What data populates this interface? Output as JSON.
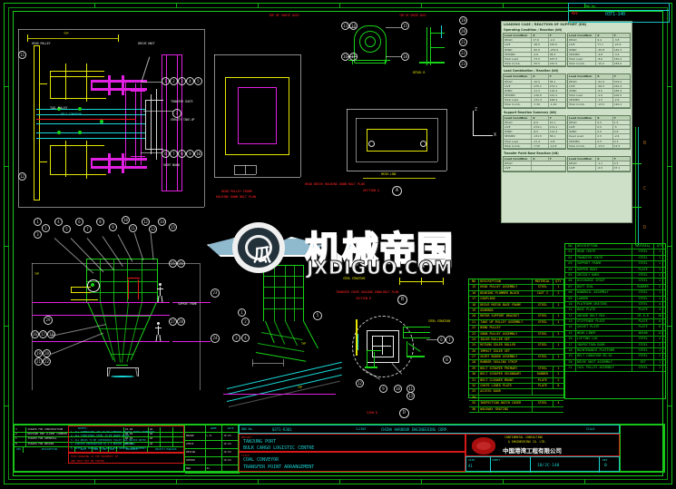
{
  "application": {
    "type": "cad-drawing-viewer",
    "background_color": "#000000",
    "sheet_border_color": "#12c012"
  },
  "watermark": {
    "chinese_text": "机械帝国",
    "domain_text": "JXDIGUO.COM",
    "logo_glyph": "瓜"
  },
  "drawing": {
    "sheet_zones_horizontal": [
      "1",
      "2",
      "3",
      "4",
      "5",
      "6",
      "7",
      "8"
    ],
    "sheet_zones_vertical": [
      "A",
      "B",
      "C",
      "D",
      "E",
      "F"
    ],
    "section_labels": [
      {
        "text": "HEAD PULLEY FRAME",
        "color": "#f02020"
      },
      {
        "text": "HOLDING DOWN BOLT PLAN",
        "color": "#f02020"
      },
      {
        "text": "HEAD DRIVE HOLDING DOWN BOLT PLAN",
        "color": "#f02020"
      },
      {
        "text": "SECTION  A",
        "color": "#f02020"
      },
      {
        "text": "TRANSFER CHUTE HOLDING DOWN BOLT PLAN",
        "color": "#f02020"
      },
      {
        "text": "SECTION  B",
        "color": "#f02020"
      },
      {
        "text": "VIEW  D",
        "color": "#f02020"
      },
      {
        "text": "TOP OF SHUTE ASSY",
        "color": "#f02020"
      },
      {
        "text": "TOP OF SHUTE ASSY",
        "color": "#f02020"
      }
    ],
    "annotations": [
      {
        "text": "SECTION A-A",
        "color": "#dede00"
      },
      {
        "text": "HEAD PULLEY",
        "color": "#d8d8d8"
      },
      {
        "text": "DRIVE UNIT",
        "color": "#d8d8d8"
      },
      {
        "text": "TAIL PULLEY",
        "color": "#d8d8d8"
      },
      {
        "text": "BELT CONVEYOR",
        "color": "#d8d8d8"
      },
      {
        "text": "GRAVITY TAKE-UP",
        "color": "#d8d8d8"
      },
      {
        "text": "TRANSFER CHUTE",
        "color": "#d8d8d8"
      },
      {
        "text": "SKIRT BOARD",
        "color": "#d8d8d8"
      },
      {
        "text": "SUPPORT FRAME",
        "color": "#d8d8d8"
      },
      {
        "text": "STEEL STRUCTURE",
        "color": "#d8d8d8"
      },
      {
        "text": "TYP",
        "color": "#dede00"
      },
      {
        "text": "MATCH LINE",
        "color": "#d8d8d8"
      },
      {
        "text": "DETAIL B",
        "color": "#d8d8d8"
      }
    ],
    "coordinate_axes": {
      "z_label": "Z",
      "x_label": "X",
      "y_label": "Y"
    },
    "balloon_numbers": [
      "1",
      "2",
      "3",
      "4",
      "5",
      "6",
      "7",
      "8",
      "9",
      "10",
      "11",
      "12",
      "13",
      "14",
      "15",
      "16",
      "17",
      "18",
      "19",
      "20",
      "21",
      "22",
      "23",
      "24",
      "25",
      "26",
      "27",
      "28",
      "29",
      "30",
      "31",
      "32",
      "33",
      "34",
      "35",
      "36"
    ]
  },
  "data_tables": {
    "block_title": "LOADING CASE / REACTION OF SUPPORT (KN)",
    "headers_left": [
      "Item",
      "Column A",
      "Value"
    ],
    "headers_right": [
      "Item",
      "Column B",
      "Value"
    ],
    "sub_headers": [
      "Direction",
      "",
      ""
    ],
    "groups": [
      {
        "title": "Operating Condition / Reaction (kN)",
        "rows_left": [
          [
            "Load Condition",
            "X",
            "Y"
          ],
          [
            "DEAD",
            "17.6",
            "-2.4"
          ],
          [
            "LIVE",
            "-38.0",
            "195.0"
          ],
          [
            "WIND",
            "-95.0",
            "-253.0"
          ],
          [
            "SEISMIC",
            "-2.6",
            "38.4"
          ],
          [
            "Total Load",
            "-73.5",
            "187.5"
          ],
          [
            "Total Comb.",
            "-55.5",
            "155.5"
          ]
        ],
        "rows_right": [
          [
            "Load Condition",
            "X",
            "Y"
          ],
          [
            "DEAD",
            "9.4",
            "-3.8"
          ],
          [
            "LIVE",
            "77.1",
            "-22.6"
          ],
          [
            "WIND",
            "-35.8",
            "120.3"
          ],
          [
            "SEISMIC",
            "-4.8",
            "-3.4"
          ],
          [
            "Total Load",
            "-8.6",
            "150.4"
          ],
          [
            "Total Comb.",
            "-15.2",
            "183.0"
          ]
        ]
      },
      {
        "title": "Load Combination / Reaction (kN)",
        "rows_left": [
          [
            "Load Condition",
            "X",
            "Y"
          ],
          [
            "DEAD",
            "-10.5",
            "36.1"
          ],
          [
            "LIVE",
            "-275.1",
            "274.1"
          ],
          [
            "WIND",
            "-11.5",
            "116.4"
          ],
          [
            "SEISMIC",
            "-130.6",
            "122.2"
          ],
          [
            "Total Load",
            "-131.4",
            "168.4"
          ],
          [
            "Total Comb.",
            "-7.30",
            "-1.40"
          ]
        ],
        "rows_right": [
          [
            "Load Condition",
            "X",
            "Y"
          ],
          [
            "DEAD",
            "-91.5",
            "103.2"
          ],
          [
            "LIVE",
            "-56.5",
            "162.4"
          ],
          [
            "WIND",
            "-6.5",
            "189.4"
          ],
          [
            "Total Load",
            "-2.6",
            "100.5"
          ],
          [
            "SEISMIC",
            "-1.5",
            "-2.6"
          ],
          [
            "Total Comb.",
            "-13.5",
            "120.2"
          ]
        ]
      },
      {
        "title": "Support Reaction Summary (kN)",
        "rows_left": [
          [
            "Load Condition",
            "X",
            "Y"
          ],
          [
            "DEAD",
            "-6.0",
            "10.1"
          ],
          [
            "LIVE",
            "-274.1",
            "274.1"
          ],
          [
            "WIND",
            "-8.5",
            "112.4"
          ],
          [
            "SEISMIC",
            "-131.5",
            "58.1"
          ],
          [
            "Total Load",
            "-11.4",
            "-4.8"
          ],
          [
            "Total Comb.",
            "-7.50",
            "-12.8"
          ]
        ],
        "rows_right": [
          [
            "Load Condition",
            "X",
            "Y"
          ],
          [
            "DEAD",
            "0.5",
            "1.5"
          ],
          [
            "LIVE",
            "0.5",
            "-5"
          ],
          [
            "WIND",
            "0.5",
            "0.8"
          ],
          [
            "Dead Load",
            "0.5",
            "-2.6"
          ],
          [
            "SEISMIC",
            "0.5",
            "0.3"
          ],
          [
            "Total Comb.",
            "-13.5",
            "12.5"
          ]
        ]
      },
      {
        "title": "Transfer Point Base Reaction (kN)",
        "rows_left": [
          [
            "Load Condition",
            "X",
            "Y"
          ],
          [
            "DEAD",
            "",
            ""
          ],
          [
            "LIVE",
            "",
            ""
          ]
        ],
        "rows_right": [
          [
            "Load Condition",
            "X",
            "Y"
          ],
          [
            "DEAD",
            "-1.1",
            "0.5"
          ],
          [
            "LIVE",
            "-6.5",
            "47.1"
          ]
        ]
      }
    ]
  },
  "bom_left": {
    "columns": [
      "NO",
      "DESCRIPTION",
      "MATERIAL",
      "QTY"
    ],
    "rows": [
      [
        "15",
        "HEAD PULLEY ASSEMBLY",
        "STEEL",
        "1"
      ],
      [
        "16",
        "BEARING PLUMMER BLOCK",
        "CAST  I",
        "2"
      ],
      [
        "17",
        "COUPLING",
        "",
        ""
      ],
      [
        "18",
        "DRIVE MOTOR BASE FRAME",
        "STEEL",
        "1"
      ],
      [
        "19",
        "GEARBOX",
        "",
        ""
      ],
      [
        "20",
        "MOTOR SUPPORT BRACKET",
        "STEEL",
        "1"
      ],
      [
        "21",
        "TAKE UP PULLEY ASSEMBLY",
        "STEEL",
        "1"
      ],
      [
        "22",
        "BEND PULLEY",
        "",
        ""
      ],
      [
        "23",
        "SNUB PULLEY ASSEMBLY",
        "STEEL",
        "2"
      ],
      [
        "24",
        "IDLER ROLLER SET",
        "",
        ""
      ],
      [
        "25",
        "RETURN IDLER ROLLER",
        "STEEL",
        "1"
      ],
      [
        "26",
        "IMPACT IDLER SET",
        "",
        ""
      ],
      [
        "27",
        "SKIRT BOARD ASSEMBLY",
        "STEEL",
        "1"
      ],
      [
        "28",
        "RUBBER SEALING STRIP",
        "",
        ""
      ],
      [
        "29",
        "BELT SCRAPER PRIMARY",
        "STEEL",
        "1"
      ],
      [
        "30",
        "BELT SCRAPER SECONDARY",
        "RUBBER",
        "2"
      ],
      [
        "31",
        "BELT CLEANER MOUNT",
        "PLATE",
        "2"
      ],
      [
        "32",
        "CHUTE LINER PLATE",
        "PLATE",
        "8"
      ],
      [
        "33",
        "ACCESS DOOR",
        "",
        ""
      ],
      [
        "34",
        "",
        "",
        ""
      ],
      [
        "35",
        "INSPECTION HATCH COVER",
        "STEEL",
        "4"
      ],
      [
        "36",
        "WALKWAY GRATING",
        "",
        ""
      ]
    ]
  },
  "bom_right": {
    "columns": [
      "NO",
      "DESCRIPTION",
      "MATERIAL",
      "QTY"
    ],
    "rows": [
      [
        "01",
        "HEAD CHUTE",
        "STEEL",
        "1"
      ],
      [
        "02",
        "TRANSFER CHUTE",
        "STEEL",
        "1"
      ],
      [
        "03",
        "SUPPORT FRAME",
        "STEEL",
        "1"
      ],
      [
        "04",
        "HOPPER BODY",
        "PLATE",
        "1"
      ],
      [
        "05",
        "GRIZZLY BARS",
        "STEEL",
        "1"
      ],
      [
        "06",
        "DISCHARGE SPOUT",
        "STEEL",
        "1"
      ],
      [
        "07",
        "DUST SEAL",
        "RUBBER",
        "2"
      ],
      [
        "08",
        "HANDRAIL ASSEMBLY",
        "STEEL",
        "1"
      ],
      [
        "09",
        "LADDER",
        "STEEL",
        "1"
      ],
      [
        "10",
        "PLATFORM GRATING",
        "STEEL",
        "4"
      ],
      [
        "11",
        "BASE PLATE",
        "PLATE",
        "4"
      ],
      [
        "12",
        "ANCHOR BOLT M24",
        "GR 8.8",
        "16"
      ],
      [
        "13",
        "STIFFENER PLATE",
        "PLATE",
        "8"
      ],
      [
        "14",
        "GUSSET PLATE",
        "PLATE",
        "8"
      ],
      [
        "15",
        "WEAR LINER",
        "AR400",
        "12"
      ],
      [
        "16",
        "LIFTING LUG",
        "STEEL",
        "4"
      ],
      [
        "17",
        "INSPECTION DOOR",
        "STEEL",
        "2"
      ],
      [
        "18",
        "MAINTENANCE PLATFORM",
        "STEEL",
        "1"
      ],
      [
        "19",
        "BELT CONVEYOR  BC-01",
        "STEEL",
        "1"
      ],
      [
        "20",
        "DRIVE UNIT ASSEMBLY",
        "SET",
        "1"
      ],
      [
        "21",
        "TAIL PULLEY ASSEMBLY",
        "STEEL",
        "1"
      ]
    ]
  },
  "title_block": {
    "drawing_number_label": "DWG No.",
    "drawing_number": "03T1-R301",
    "client_label": "CLIENT",
    "client": "CHINA HARBOUR ENGINEERING CORP.",
    "scale_label": "SCALE",
    "project_label": "PROJECT",
    "project_line1": "TANJUNG PORT",
    "project_line2": "BULK CARGO LOGISTIC CENTRE",
    "title_label": "TITLE",
    "title_line1": "COAL CONVEYOR",
    "title_line2": "TRANSFER POINT ARRANGEMENT",
    "consultant_line1": "CONTINENTAL CONSULTING",
    "consultant_line2": "& ENGINEERING CO. LTD.",
    "stamp_text_cn": "中国港湾工程有限公司",
    "sheet_label": "SHEET",
    "sheet_value": "1",
    "dwg_size_label": "SIZE",
    "dwg_size": "A1",
    "rev_label": "REV",
    "rev_value": "0",
    "file_number": "10/JC-140",
    "top_right_code": "03T1-140",
    "top_right_rev_label": "REV",
    "notes_heading": "NOTES:",
    "notes": [
      "1. ALL DIMENSIONS ARE IN MILLIMETRES UNLESS NOTED OTHERWISE.",
      "2. ALL STRUCTURAL STEEL TO BE GRADE Q345B.",
      "3. ALL WELDS TO BE CONTINUOUS FILLET 6mm UNLESS NOTED.",
      "4. SURFACE PREPARATION SA 2.5 BEFORE PAINTING.",
      "5. REFER TO DRAWING 03T1-R300 FOR GENERAL ARRANGEMENT."
    ],
    "warning_line1": "THIS DRAWING IS THE PROPERTY OF",
    "warning_line2": "AND MUST NOT BE COPIED",
    "approval_columns": [
      "",
      "NAME",
      "DATE"
    ],
    "approval_rows": [
      [
        "DRAWN",
        "L.W.",
        "10.04"
      ],
      [
        "CHECK",
        "",
        "10.04"
      ],
      [
        "DESIGN",
        "",
        "10.04"
      ],
      [
        "APPROV",
        "",
        "10.04"
      ],
      [
        "DWG",
        "A1",
        ""
      ]
    ]
  },
  "revision_block": {
    "columns": [
      "REV",
      "DESCRIPTION",
      "DATE",
      "DRN",
      "CHK",
      "APP",
      "",
      "ENGINEER",
      "",
      "PROJECT MANAGER"
    ],
    "rows": [
      [
        "3",
        "ISSUED FOR CONSTRUCTION",
        "10.04",
        "LW",
        "",
        "",
        "",
        "",
        "",
        ""
      ],
      [
        "2",
        "REVISED PER CLIENT COMMENT",
        "08.04",
        "LW",
        "",
        "",
        "",
        "",
        "",
        ""
      ],
      [
        "1",
        "ISSUED FOR APPROVAL",
        "06.04",
        "LW",
        "",
        "",
        "",
        "",
        "",
        ""
      ],
      [
        "0",
        "ISSUED FOR REVIEW",
        "03.04",
        "LW",
        "",
        "",
        "",
        "",
        "",
        ""
      ]
    ],
    "footer": [
      "REV",
      "DESCRIPTION",
      "DATE",
      "DRN",
      "CHK",
      "APP",
      "ENGINEER",
      "PROJECT MANAGER"
    ]
  }
}
